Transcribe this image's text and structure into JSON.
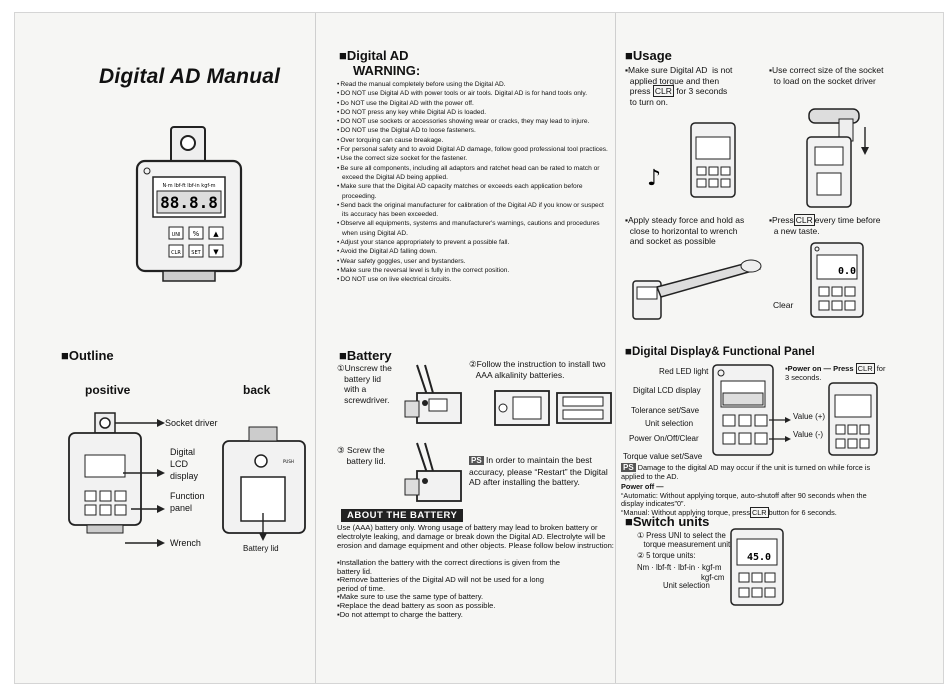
{
  "panel1": {
    "title": "Digital AD Manual",
    "outline_heading": "■Outline",
    "positive_label": "positive",
    "back_label": "back",
    "callouts": {
      "socket_driver": "Socket driver",
      "lcd_display": "Digital\nLCD\ndisplay",
      "function_panel": "Function\npanel",
      "wrench": "Wrench",
      "battery_lid": "Battery lid"
    },
    "device_buttons": {
      "uni": "UNI",
      "percent": "%",
      "clr": "CLR",
      "set": "SET",
      "up": "▲",
      "down": "▼"
    },
    "lcd_header": "N·m lbf-ft lbf-in kgf-m",
    "lcd_digits": "88.8.8",
    "push_label": "PUSH"
  },
  "panel2": {
    "heading": "■Digital AD",
    "warning": "WARNING:",
    "warnings": [
      "Read the manual completely before using the Digital AD.",
      "DO NOT use Digital AD with power tools or air tools. Digital AD is for hand tools only.",
      "Do NOT use the Digital AD with the power off.",
      "DO NOT press any key while Digital AD is loaded.",
      "DO NOT use sockets or accessories showing wear or cracks, they may lead to injure.",
      "DO NOT use the Digital AD to loose fasteners.",
      "Over torquing can cause breakage.",
      "For personal safety and to avoid Digital AD damage, follow good professional tool practices.",
      "Use the correct size socket for the fastener.",
      "Be sure all components, including all adaptors and ratchet head can be rated to match or exceed the Digital AD being applied.",
      "Make sure that the Digital AD capacity matches or exceeds each application before proceeding.",
      "Send back the original manufacturer for calibration of the Digital AD if you know or suspect its accuracy has been exceeded.",
      "Observe all equipments, systems and manufacturer's warnings, cautions and procedures when using Digital AD.",
      "Adjust your stance appropriately to prevent a possible fall.",
      "Avoid the Digital AD falling down.",
      "Wear safety goggles, user and bystanders.",
      "Make sure the reversal level is fully in the correct position.",
      "DO NOT use on live electrical circuits."
    ],
    "battery_heading": "■Battery",
    "step1": "①Unscrew the\n   battery lid\n   with a\n   screwdriver.",
    "step2": "②Follow the instruction to install two\n   AAA alkalinity batteries.",
    "step3": "③ Screw the\n    battery lid.",
    "ps_tag": "PS",
    "ps_text": "In order to maintain the best accuracy, please “Restart” the Digital AD after installing the battery.",
    "about_battery": "ABOUT THE BATTERY",
    "about_text": "Use (AAA) battery only. Wrong usage of battery may lead to broken battery or electrolyte leaking, and damage or break down the Digital AD. Electrolyte will be erosion and damage equipment and other objects. Please follow below instruction:",
    "about_list": [
      "▪Installation the battery with the correct directions is given from the battery lid.",
      "▪Remove batteries of the Digital AD will not be used for a long period of time.",
      "▪Make sure to use the same type of battery.",
      "▪Replace the dead battery as soon as possible.",
      "▪Do not attempt to charge the battery."
    ]
  },
  "panel3": {
    "usage_heading": "■Usage",
    "usage1_a": "▪Make sure Digital AD  is not\n  applied torque and then\n  press",
    "usage1_clr": "CLR",
    "usage1_b": " for 3 seconds\n  to turn on.",
    "usage2": "▪Use correct size of the socket\n  to load on the socket driver",
    "usage3": "▪Apply steady force and hold as\n  close to horizontal to wrench\n  and socket as possible",
    "usage4_a": "▪Press",
    "usage4_clr": "CLR",
    "usage4_b": "every time before\n  a new taste.",
    "clear_label": "Clear",
    "display_heading": "■Digital Display& Functional Panel",
    "labels": {
      "red_led": "Red LED light",
      "lcd": "Digital LCD display",
      "tolerance": "Tolerance set/Save",
      "unit_sel": "Unit selection",
      "power": "Power On/Off/Clear",
      "torque": "Torque value set/Save",
      "value_plus": "Value (+)",
      "value_minus": "Value (-)"
    },
    "power_on_a": "▪Power on — Press",
    "power_on_clr": "CLR",
    "power_on_b": "for\n3 seconds.",
    "ps_tag": "PS",
    "ps_text": "Damage to the digital AD may occur if the unit is turned on while force is applied to the AD.",
    "power_off_title": "Power off —",
    "power_off_auto": "“Automatic: Without applying torque, auto-shutoff after 90 seconds when the display indicates”0”.",
    "power_off_manual_a": "“Manual: Without applying torque, press",
    "power_off_manual_clr": "CLR",
    "power_off_manual_b": "button for 6 seconds.",
    "switch_heading": "■Switch units",
    "switch1": "① Press UNI to select the\n   torque measurement unit.",
    "switch2": "② 5 torque units:",
    "units_line1": "Nm · lbf-ft · lbf-in · kgf-m",
    "units_line2": "kgf-cm",
    "unit_selection": "Unit selection",
    "lcd_zero": "0.0",
    "lcd_switch": "45.0"
  }
}
